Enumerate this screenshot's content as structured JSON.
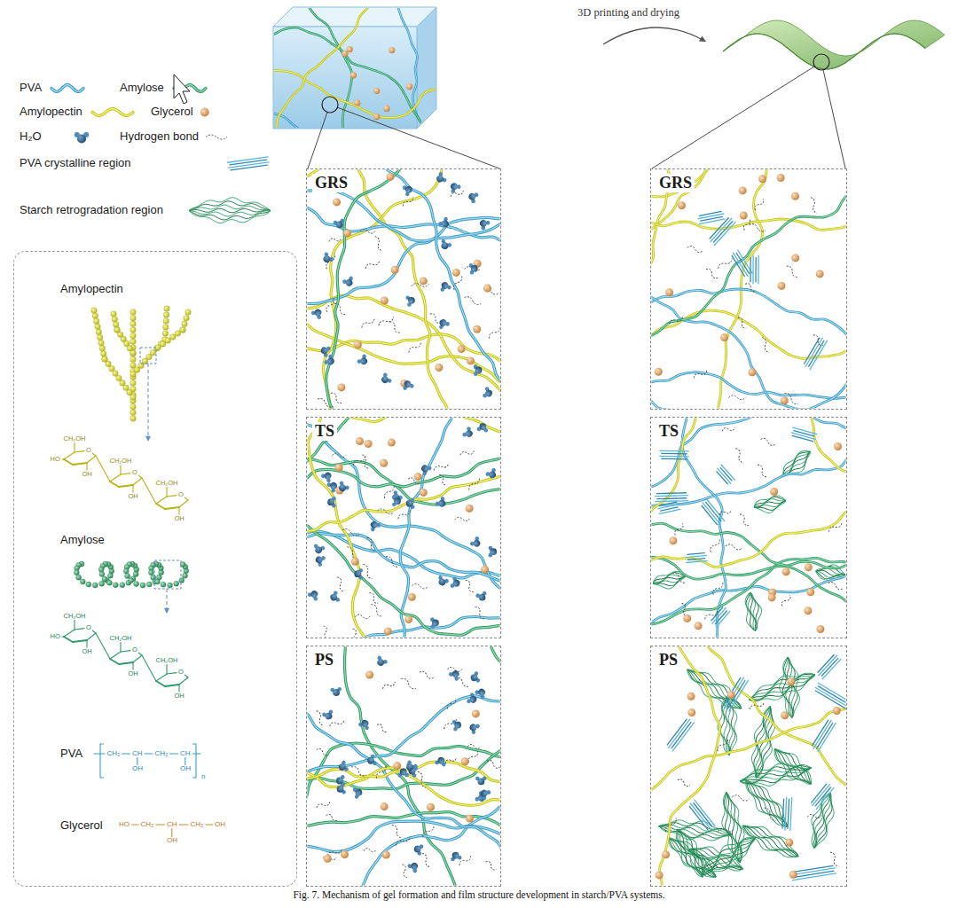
{
  "diagram": {
    "caption": "Fig. 7. Mechanism of gel formation and film structure development in starch/PVA systems.",
    "nodes": [
      {
        "text": [
          "Amylopectin",
          "Amylose",
          "PVA",
          "Glycerol"
        ]
      },
      {
        "text": [
          "GRS"
        ]
      },
      {
        "text": [
          "TS"
        ]
      },
      {
        "text": [
          "PS"
        ]
      },
      {
        "text": [
          "GRS"
        ]
      },
      {
        "text": [
          "TS"
        ]
      },
      {
        "text": [
          "PS"
        ]
      }
    ],
    "labels": [
      "3D printing and drying",
      "CH₂OH",
      "O",
      "OH",
      "HO",
      "CH₂OH",
      "O",
      "OH",
      "CH₂OH",
      "O",
      "OH",
      "CH₂OH",
      "O",
      "OH",
      "HO",
      "CH₂OH",
      "O",
      "OH",
      "CH₂OH",
      "O",
      "OH",
      "CH₂",
      "CH",
      "CH₂",
      "CH",
      "OH",
      "OH",
      "n",
      "HO",
      "CH₂",
      "CH",
      "CH₂",
      "OH",
      "OH"
    ],
    "legend": [
      {
        "text": "PVA"
      },
      {
        "text": "Amylose"
      },
      {
        "text": "Amylopectin"
      },
      {
        "text": "Glycerol"
      },
      {
        "text": "H₂O"
      },
      {
        "text": "Hydrogen bond"
      },
      {
        "text": "PVA crystalline region"
      },
      {
        "text": "Starch retrogradation region"
      }
    ]
  }
}
